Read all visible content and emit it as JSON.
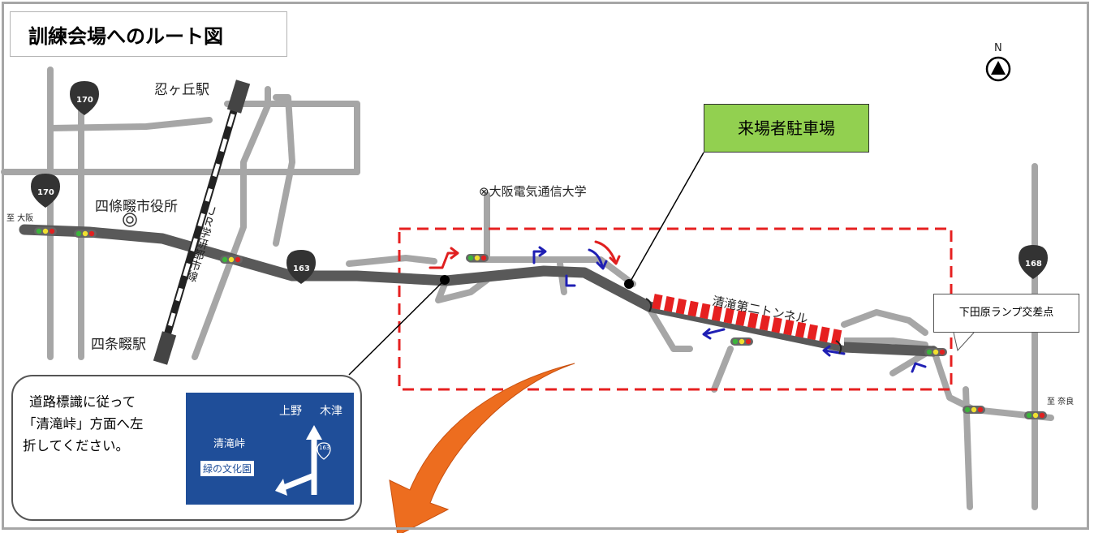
{
  "title": "訓練会場へのルート図",
  "north_label": "N",
  "parking_label": "来場者駐車場",
  "ramp_label": "下田原ランプ交差点",
  "tunnel_label": "清滝第二トンネル",
  "places": {
    "shinobugaoka_station": "忍ヶ丘駅",
    "shijonawate_city_hall": "四條畷市役所",
    "shijonawate_station": "四条畷駅",
    "university": "⊗大阪電気通信大学",
    "rail_line": "ＪＲ学研都市線",
    "to_osaka": "至 大阪",
    "to_nara": "至 奈良"
  },
  "routes": {
    "r170_top": "170",
    "r170_left": "170",
    "r163": "163",
    "r168": "168"
  },
  "callout": {
    "line1": "道路標識に従って",
    "line2": "「清滝峠」方面へ左",
    "line3": "折してください。"
  },
  "road_sign": {
    "ueno": "上野",
    "kizu": "木津",
    "kiyotaki": "清滝峠",
    "midori": "緑の文化園",
    "route": "163"
  },
  "colors": {
    "main_road": "#595959",
    "minor_road": "#a6a6a6",
    "parking_green": "#92d050",
    "tunnel_red": "#e62020",
    "dashed_red": "#e62020",
    "sign_blue": "#1f4e99",
    "arrow_orange": "#ed6d1f",
    "arrow_blue": "#1f1fb4",
    "arrow_red": "#e02020"
  }
}
